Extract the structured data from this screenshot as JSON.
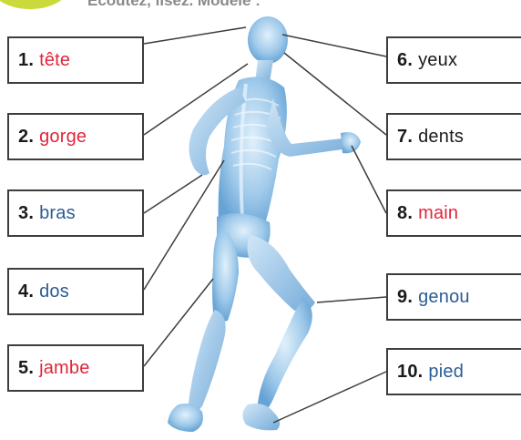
{
  "header": {
    "instruction": "Écoutez, lisez. Modèle :"
  },
  "left_labels": [
    {
      "number": "1.",
      "word": "tête",
      "color": "red"
    },
    {
      "number": "2.",
      "word": "gorge",
      "color": "red"
    },
    {
      "number": "3.",
      "word": "bras",
      "color": "blue"
    },
    {
      "number": "4.",
      "word": "dos",
      "color": "blue"
    },
    {
      "number": "5.",
      "word": "jambe",
      "color": "red"
    }
  ],
  "right_labels": [
    {
      "number": "6.",
      "word": "yeux",
      "color": "black"
    },
    {
      "number": "7.",
      "word": "dents",
      "color": "black"
    },
    {
      "number": "8.",
      "word": "main",
      "color": "red"
    },
    {
      "number": "9.",
      "word": "genou",
      "color": "blue"
    },
    {
      "number": "10.",
      "word": "pied",
      "color": "blue"
    }
  ],
  "colors": {
    "red": "#e0263b",
    "blue": "#2a5d96",
    "badge": "#c9da3a",
    "figure": "#8fbfe6"
  }
}
